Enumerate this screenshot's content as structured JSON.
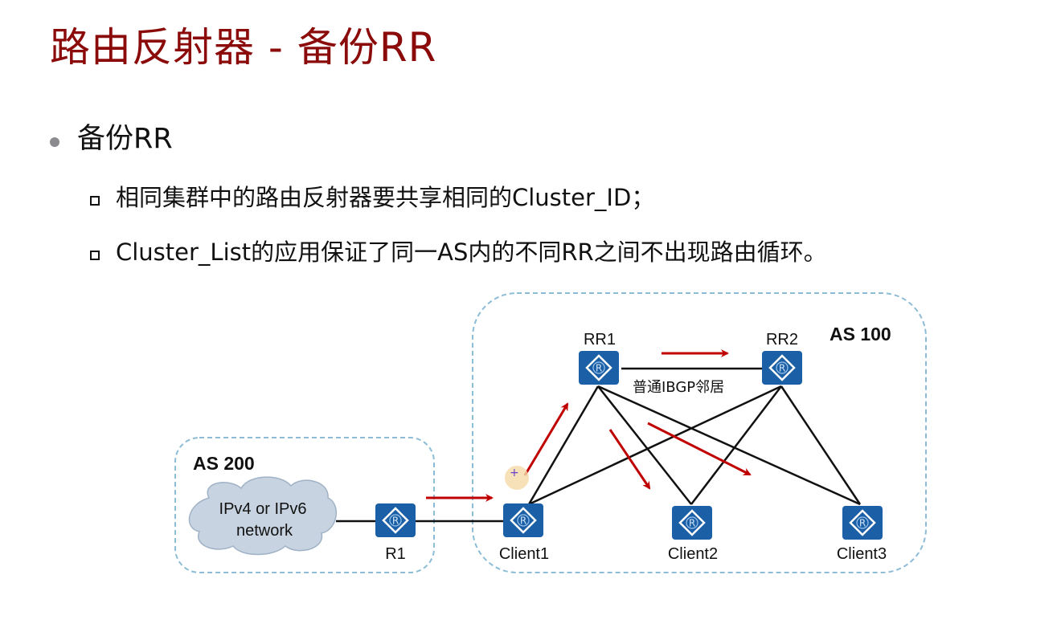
{
  "slide": {
    "title": "路由反射器 - 备份RR",
    "bullet": "备份RR",
    "sub_bullets": [
      "相同集群中的路由反射器要共享相同的Cluster_ID；",
      "Cluster_List的应用保证了同一AS内的不同RR之间不出现路由循环。"
    ]
  },
  "diagram": {
    "as_regions": [
      {
        "label": "AS 200"
      },
      {
        "label": "AS 100"
      }
    ],
    "cloud_label_line1": "IPv4 or IPv6",
    "cloud_label_line2": "network",
    "routers": [
      {
        "id": "R1",
        "label": "R1"
      },
      {
        "id": "Client1",
        "label": "Client1"
      },
      {
        "id": "Client2",
        "label": "Client2"
      },
      {
        "id": "Client3",
        "label": "Client3"
      },
      {
        "id": "RR1",
        "label": "RR1"
      },
      {
        "id": "RR2",
        "label": "RR2"
      }
    ],
    "router_glyph": "R",
    "peer_link_label": "普通IBGP邻居",
    "links": [
      [
        "cloud",
        "R1"
      ],
      [
        "R1",
        "Client1"
      ],
      [
        "RR1",
        "RR2"
      ],
      [
        "RR1",
        "Client1"
      ],
      [
        "RR1",
        "Client2"
      ],
      [
        "RR1",
        "Client3"
      ],
      [
        "RR2",
        "Client1"
      ],
      [
        "RR2",
        "Client2"
      ],
      [
        "RR2",
        "Client3"
      ]
    ],
    "route_flow_arrows": [
      [
        "R1",
        "Client1"
      ],
      [
        "Client1",
        "RR1"
      ],
      [
        "RR1",
        "RR2"
      ],
      [
        "RR1",
        "Client2"
      ],
      [
        "RR1",
        "Client3"
      ]
    ],
    "colors": {
      "router_fill": "#1b5fa6",
      "arrow": "#c00000",
      "dash_border": "#8dbcd6",
      "title": "#8b0a0a",
      "cloud": "#c7d3e0"
    }
  }
}
